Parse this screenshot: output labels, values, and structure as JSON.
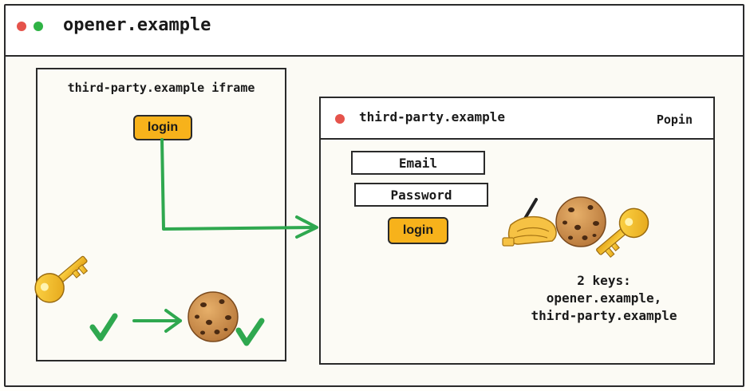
{
  "browser": {
    "title": "opener.example",
    "controls": [
      "close",
      "maximize"
    ]
  },
  "iframe": {
    "label": "third-party.example iframe",
    "login_button": "login",
    "bottom_icons": [
      "key-icon",
      "check-icon",
      "arrow-right-icon",
      "cookie-icon",
      "check-icon"
    ]
  },
  "popin": {
    "title": "third-party.example",
    "tag": "Popin",
    "email_placeholder": "Email",
    "password_placeholder": "Password",
    "login_button": "login",
    "icons": [
      "writing-hand-icon",
      "cookie-icon",
      "key-icon"
    ],
    "keys_text": {
      "line1": "2 keys:",
      "line2": "opener.example,",
      "line3": "third-party.example"
    }
  },
  "colors": {
    "accent_orange": "#f7b21b",
    "arrow_green": "#2fa84f",
    "red_dot": "#e5534b",
    "green_dot": "#2fb345",
    "key_gold": "#f3bb2a",
    "cookie_brown": "#c98a45"
  }
}
